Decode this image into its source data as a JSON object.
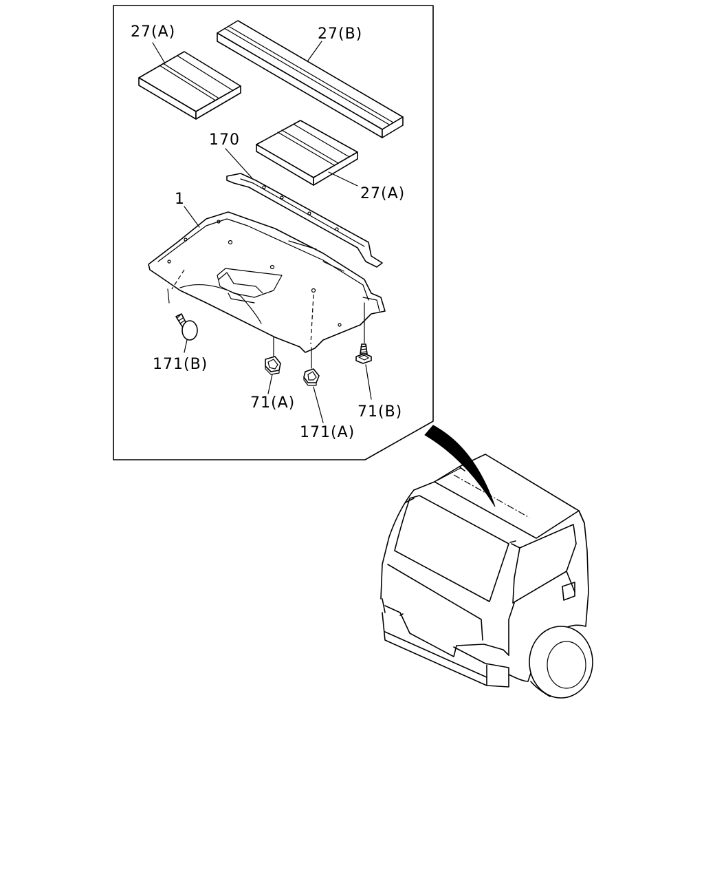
{
  "callouts": {
    "pad_upper_left": "27(A)",
    "pad_long": "27(B)",
    "strip": "170",
    "pad_middle": "27(A)",
    "headliner": "1",
    "clip_left": "171(B)",
    "clip_nut": "71(A)",
    "clip_center": "171(A)",
    "screw_right": "71(B)"
  },
  "colors": {
    "line": "#000000",
    "background": "#ffffff"
  }
}
